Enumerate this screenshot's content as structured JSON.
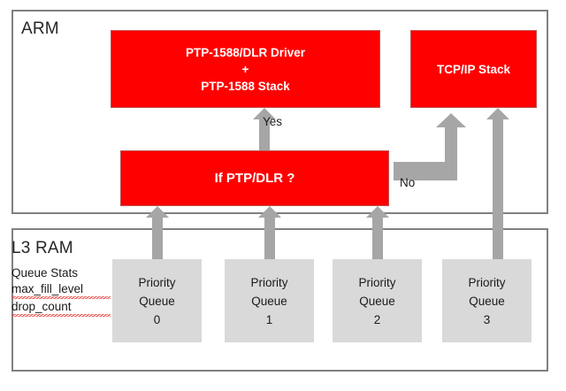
{
  "diagram": {
    "containers": {
      "arm": {
        "title": "ARM"
      },
      "l3ram": {
        "title": "L3 RAM"
      }
    },
    "queue_stats": {
      "heading": "Queue Stats",
      "metrics": [
        {
          "name": "max_fill_level"
        },
        {
          "name": "drop_count"
        }
      ]
    },
    "nodes": {
      "ptp_driver": {
        "line1": "PTP-1588/DLR Driver",
        "line2": "+",
        "line3": "PTP-1588 Stack"
      },
      "tcpip": {
        "label": "TCP/IP Stack"
      },
      "decision": {
        "label": "If PTP/DLR ?"
      }
    },
    "queues": [
      {
        "line1": "Priority",
        "line2": "Queue",
        "line3": "0"
      },
      {
        "line1": "Priority",
        "line2": "Queue",
        "line3": "1"
      },
      {
        "line1": "Priority",
        "line2": "Queue",
        "line3": "2"
      },
      {
        "line1": "Priority",
        "line2": "Queue",
        "line3": "3"
      }
    ],
    "edges": {
      "yes_label": "Yes",
      "no_label": "No"
    },
    "colors": {
      "process_fill": "#FF0000",
      "process_border": "#C0504D",
      "queue_fill": "#D9D9D9",
      "arrow_fill": "#A6A6A6",
      "container_border": "#808080",
      "spellcheck_underline": "#E8413C"
    }
  }
}
